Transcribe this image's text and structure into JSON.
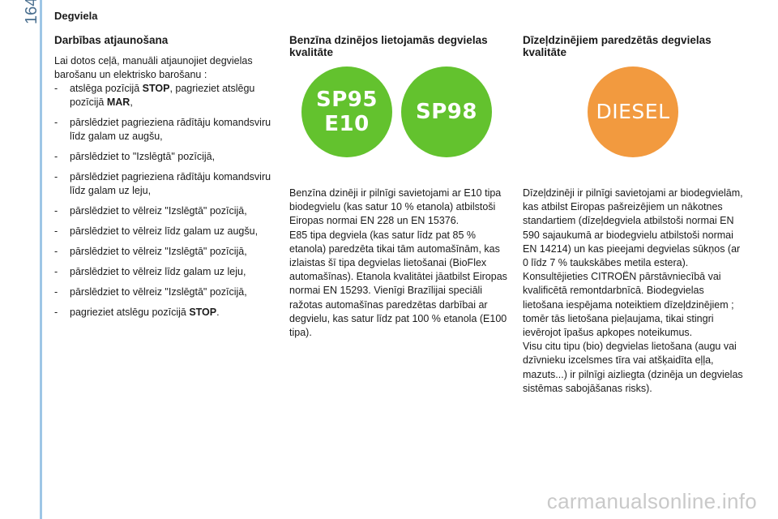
{
  "page": {
    "number": "164",
    "section": "Degviela"
  },
  "column1": {
    "heading": "Darbības atjaunošana",
    "intro": "Lai dotos ceļā, manuāli atjaunojiet degvielas barošanu un elektrisko barošanu :",
    "steps": [
      {
        "dash": "-",
        "pre": "atslēga pozīcijā ",
        "bold": "STOP",
        "post": ", pagrieziet atslēgu pozīcijā ",
        "bold2": "MAR",
        "post2": ","
      },
      {
        "dash": "-",
        "text": "pārslēdziet pagrieziena rādītāju komandsviru līdz galam uz augšu,"
      },
      {
        "dash": "-",
        "text": "pārslēdziet to \"Izslēgtā\" pozīcijā,"
      },
      {
        "dash": "-",
        "text": "pārslēdziet pagrieziena rādītāju komandsviru līdz galam uz leju,"
      },
      {
        "dash": "-",
        "text": "pārslēdziet to vēlreiz \"Izslēgtā\" pozīcijā,"
      },
      {
        "dash": "-",
        "text": "pārslēdziet to vēlreiz līdz galam uz augšu,"
      },
      {
        "dash": "-",
        "text": "pārslēdziet to vēlreiz \"Izslēgtā\" pozīcijā,"
      },
      {
        "dash": "-",
        "text": "pārslēdziet to vēlreiz līdz galam uz leju,"
      },
      {
        "dash": "-",
        "text": "pārslēdziet to vēlreiz \"Izslēgtā\" pozīcijā,"
      },
      {
        "dash": "-",
        "pre": "pagrieziet atslēgu pozīcijā ",
        "bold": "STOP",
        "post": "."
      }
    ]
  },
  "column2": {
    "heading": "Benzīna dzinējos lietojamās degvielas kvalitāte",
    "badges": [
      {
        "line1": "SP95",
        "line2": "E10",
        "color": "#63c22e"
      },
      {
        "line1": "SP98",
        "line2": "",
        "color": "#63c22e"
      }
    ],
    "body": [
      "Benzīna dzinēji ir pilnīgi savietojami ar E10 tipa biodegvielu (kas satur 10 % etanola) atbilstoši Eiropas normai EN 228 un EN 15376.",
      "E85 tipa degviela (kas satur līdz pat 85 % etanola) paredzēta tikai tām automašīnām, kas izlaistas šī tipa degvielas lietošanai (BioFlex automašīnas). Etanola kvalitātei jāatbilst Eiropas normai EN 15293. Vienīgi Brazīlijai speciāli ražotas automašīnas paredzētas darbībai ar degvielu, kas satur līdz pat 100 % etanola (E100 tipa)."
    ]
  },
  "column3": {
    "heading": "Dīzeļdzinējiem paredzētās degvielas kvalitāte",
    "badge": {
      "line1": "DIESEL",
      "color": "#f29a3f"
    },
    "body": [
      "Dīzeļdzinēji ir pilnīgi savietojami ar biodegvielām, kas atbilst Eiropas pašreizējiem un nākotnes standartiem (dīzeļdegviela atbilstoši normai EN 590 sajaukumā ar biodegvielu atbilstoši normai EN 14214) un kas pieejami degvielas sūkņos (ar 0 līdz 7 % taukskābes metila estera).",
      "Konsultējieties CITROËN pārstāvniecībā vai kvalificētā remontdarbnīcā. Biodegvielas lietošana iespējama noteiktiem dīzeļdzinējiem ; tomēr tās lietošana pieļaujama, tikai stingri ievērojot īpašus apkopes noteikumus.",
      "Visu citu tipu (bio) degvielas lietošana (augu vai dzīvnieku izcelsmes tīra vai atšķaidīta eļļa, mazuts...) ir pilnīgi aizliegta (dzinēja un degvielas sistēmas sabojāšanas risks)."
    ]
  },
  "watermark": "carmanualsonline.info"
}
